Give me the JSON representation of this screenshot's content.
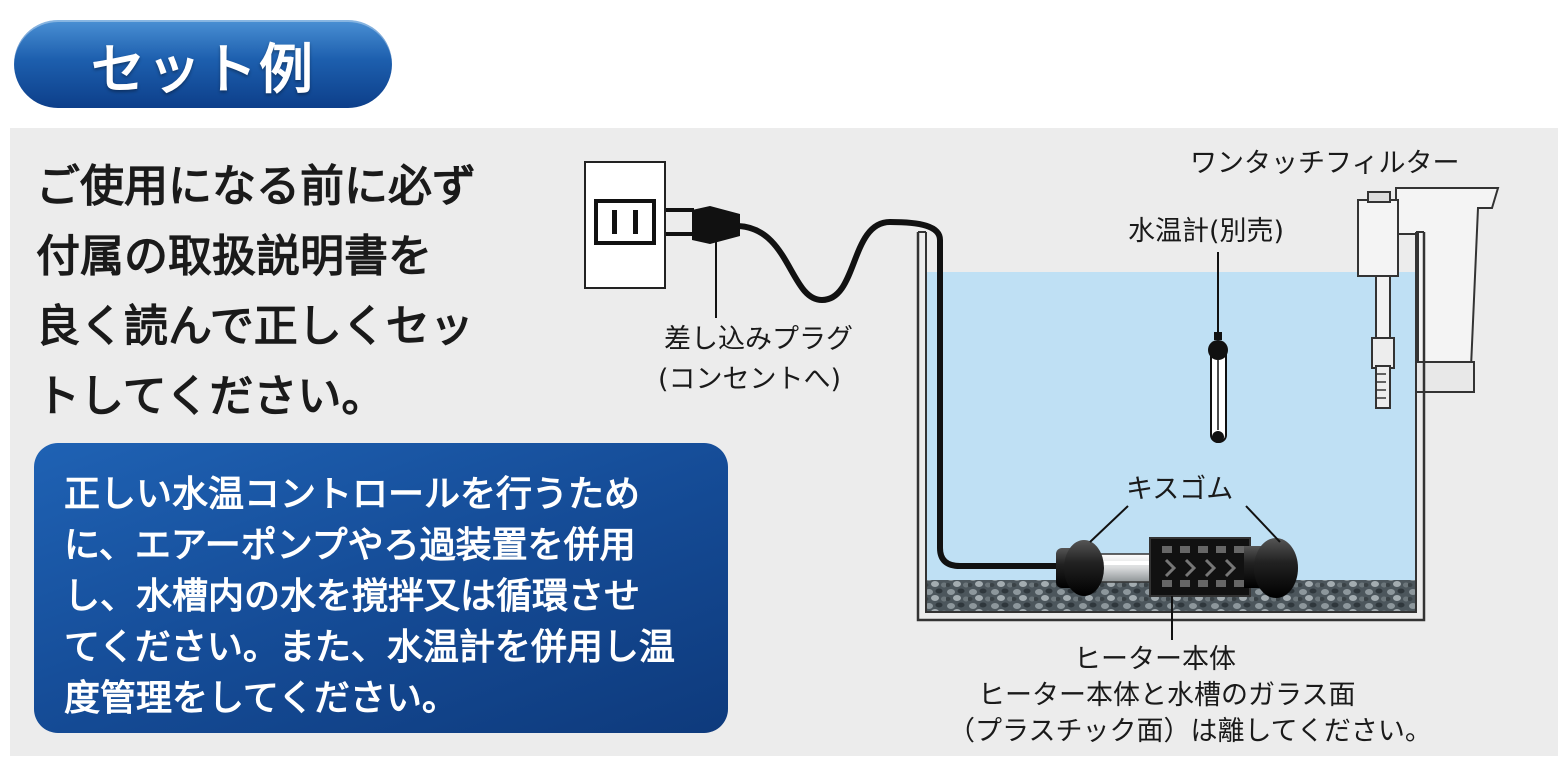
{
  "header": {
    "title": "セット例"
  },
  "intro": {
    "lines": [
      "ご使用になる前に必ず",
      "付属の取扱説明書を",
      "良く読んで正しくセッ",
      "トしてください。"
    ]
  },
  "note": {
    "lines": [
      "正しい水温コントロールを行うため",
      "に、エアーポンプやろ過装置を併用",
      "し、水槽内の水を撹拌又は循環させ",
      "てください。また、水温計を併用し温",
      "度管理をしてください。"
    ]
  },
  "diagram": {
    "filter_label": "ワンタッチフィルター",
    "thermometer_label": "水温計(別売)",
    "plug_label_1": "差し込みプラグ",
    "plug_label_2": "(コンセントへ)",
    "suction_label": "キスゴム",
    "heater_label": "ヒーター本体",
    "heater_note_1": "ヒーター本体と水槽のガラス面",
    "heater_note_2": "（プラスチック面）は離してください。"
  },
  "colors": {
    "badge_blue": "#1d5fae",
    "note_blue": "#154c97",
    "water": "#bfe0f4",
    "panel": "#ececec"
  }
}
